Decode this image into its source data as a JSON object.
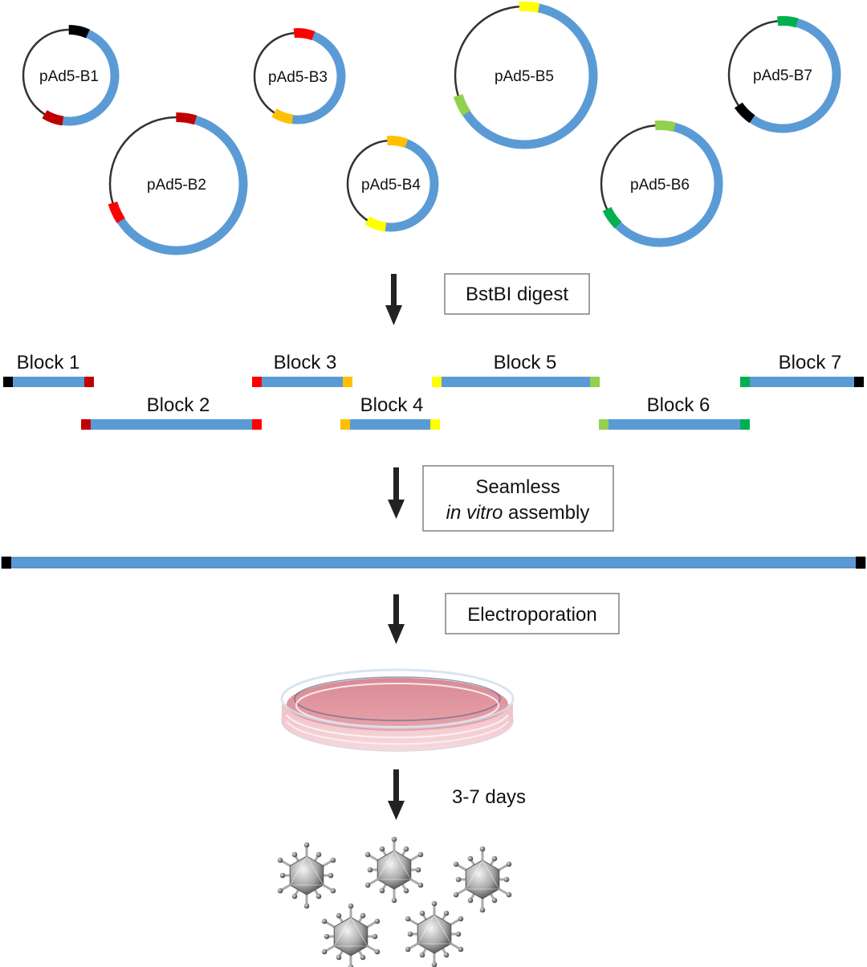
{
  "colors": {
    "backbone": "#5b9bd5",
    "vector": "#333333",
    "black": "#000000",
    "dark_red": "#c00000",
    "red": "#ff0000",
    "orange": "#ffc000",
    "yellow": "#ffff00",
    "light_green": "#92d050",
    "green": "#00b050",
    "arrow": "#222222",
    "box_border": "#808080"
  },
  "plasmids": [
    {
      "name": "pAd5-B1",
      "start_marker": "black",
      "end_marker": "dark_red"
    },
    {
      "name": "pAd5-B2",
      "start_marker": "dark_red",
      "end_marker": "red"
    },
    {
      "name": "pAd5-B3",
      "start_marker": "red",
      "end_marker": "orange"
    },
    {
      "name": "pAd5-B4",
      "start_marker": "orange",
      "end_marker": "yellow"
    },
    {
      "name": "pAd5-B5",
      "start_marker": "yellow",
      "end_marker": "light_green"
    },
    {
      "name": "pAd5-B6",
      "start_marker": "light_green",
      "end_marker": "green"
    },
    {
      "name": "pAd5-B7",
      "start_marker": "green",
      "end_marker": "black"
    }
  ],
  "blocks": [
    {
      "name": "Block 1",
      "left_marker": "black",
      "right_marker": "dark_red"
    },
    {
      "name": "Block 2",
      "left_marker": "dark_red",
      "right_marker": "red"
    },
    {
      "name": "Block 3",
      "left_marker": "red",
      "right_marker": "orange"
    },
    {
      "name": "Block 4",
      "left_marker": "orange",
      "right_marker": "yellow"
    },
    {
      "name": "Block 5",
      "left_marker": "yellow",
      "right_marker": "light_green"
    },
    {
      "name": "Block 6",
      "left_marker": "light_green",
      "right_marker": "green"
    },
    {
      "name": "Block 7",
      "left_marker": "green",
      "right_marker": "black"
    }
  ],
  "steps": {
    "digest": "BstBI digest",
    "assembly_line1": "Seamless",
    "assembly_italic": "in vitro",
    "assembly_rest": " assembly",
    "electroporation": "Electroporation",
    "incubation": "3-7 days"
  },
  "assembled_genome": {
    "left_marker": "black",
    "right_marker": "black"
  },
  "virus_count": 5
}
